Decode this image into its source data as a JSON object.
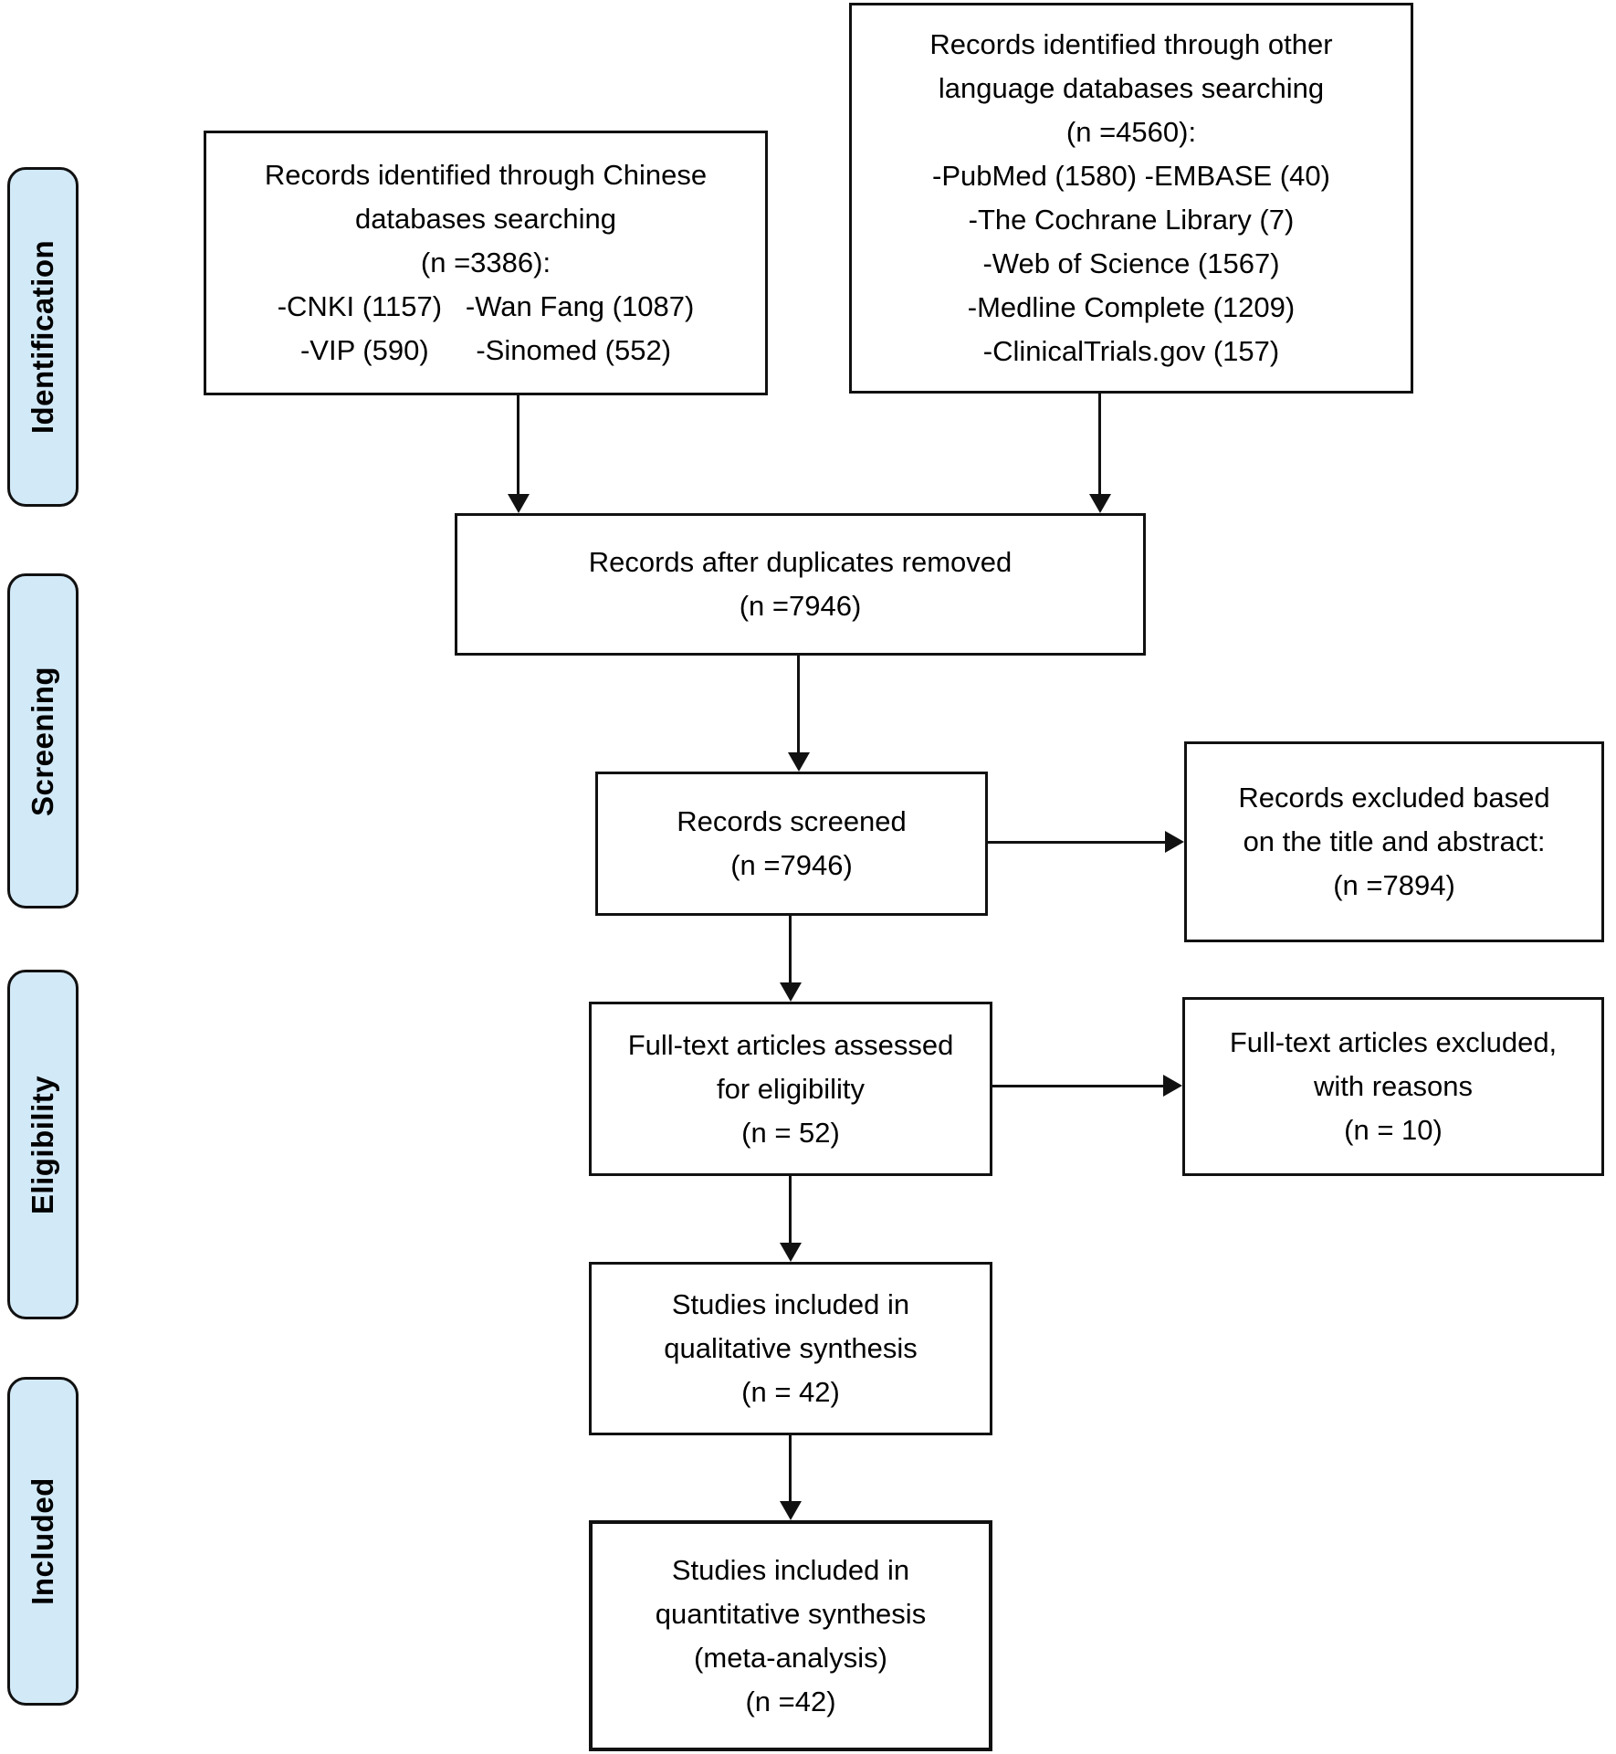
{
  "diagram": {
    "type": "prisma-flow-diagram",
    "colors": {
      "stage_fill": "#d2e9f8",
      "line": "#111111",
      "box_fill": "#ffffff",
      "text": "#000000"
    },
    "sidebar": {
      "stages": [
        {
          "label": "Identification"
        },
        {
          "label": "Screening"
        },
        {
          "label": "Eligibility"
        },
        {
          "label": "Included"
        }
      ]
    },
    "boxes": {
      "chinese_db": {
        "text": "Records identified through Chinese\ndatabases searching\n(n =3386):\n-CNKI (1157)   -Wan Fang (1087)\n-VIP (590)      -Sinomed (552)"
      },
      "other_db": {
        "text": "Records identified through other\nlanguage databases searching\n(n =4560):\n-PubMed (1580) -EMBASE (40)\n-The Cochrane Library (7)\n-Web of Science (1567)\n-Medline Complete (1209)\n-ClinicalTrials.gov (157)"
      },
      "duplicates_removed": {
        "text": "Records after duplicates removed\n(n =7946)"
      },
      "records_screened": {
        "text": "Records screened\n(n =7946)"
      },
      "records_excluded": {
        "text": "Records excluded based\non the title and abstract:\n(n =7894)"
      },
      "fulltext_assessed": {
        "text": "Full-text articles assessed\nfor eligibility\n(n = 52)"
      },
      "fulltext_excluded": {
        "text": "Full-text articles excluded,\nwith reasons\n(n = 10)"
      },
      "qualitative_synthesis": {
        "text": "Studies included in\nqualitative synthesis\n(n = 42)"
      },
      "quantitative_synthesis": {
        "text": "Studies included in\nquantitative synthesis\n(meta-analysis)\n(n =42)"
      }
    }
  }
}
